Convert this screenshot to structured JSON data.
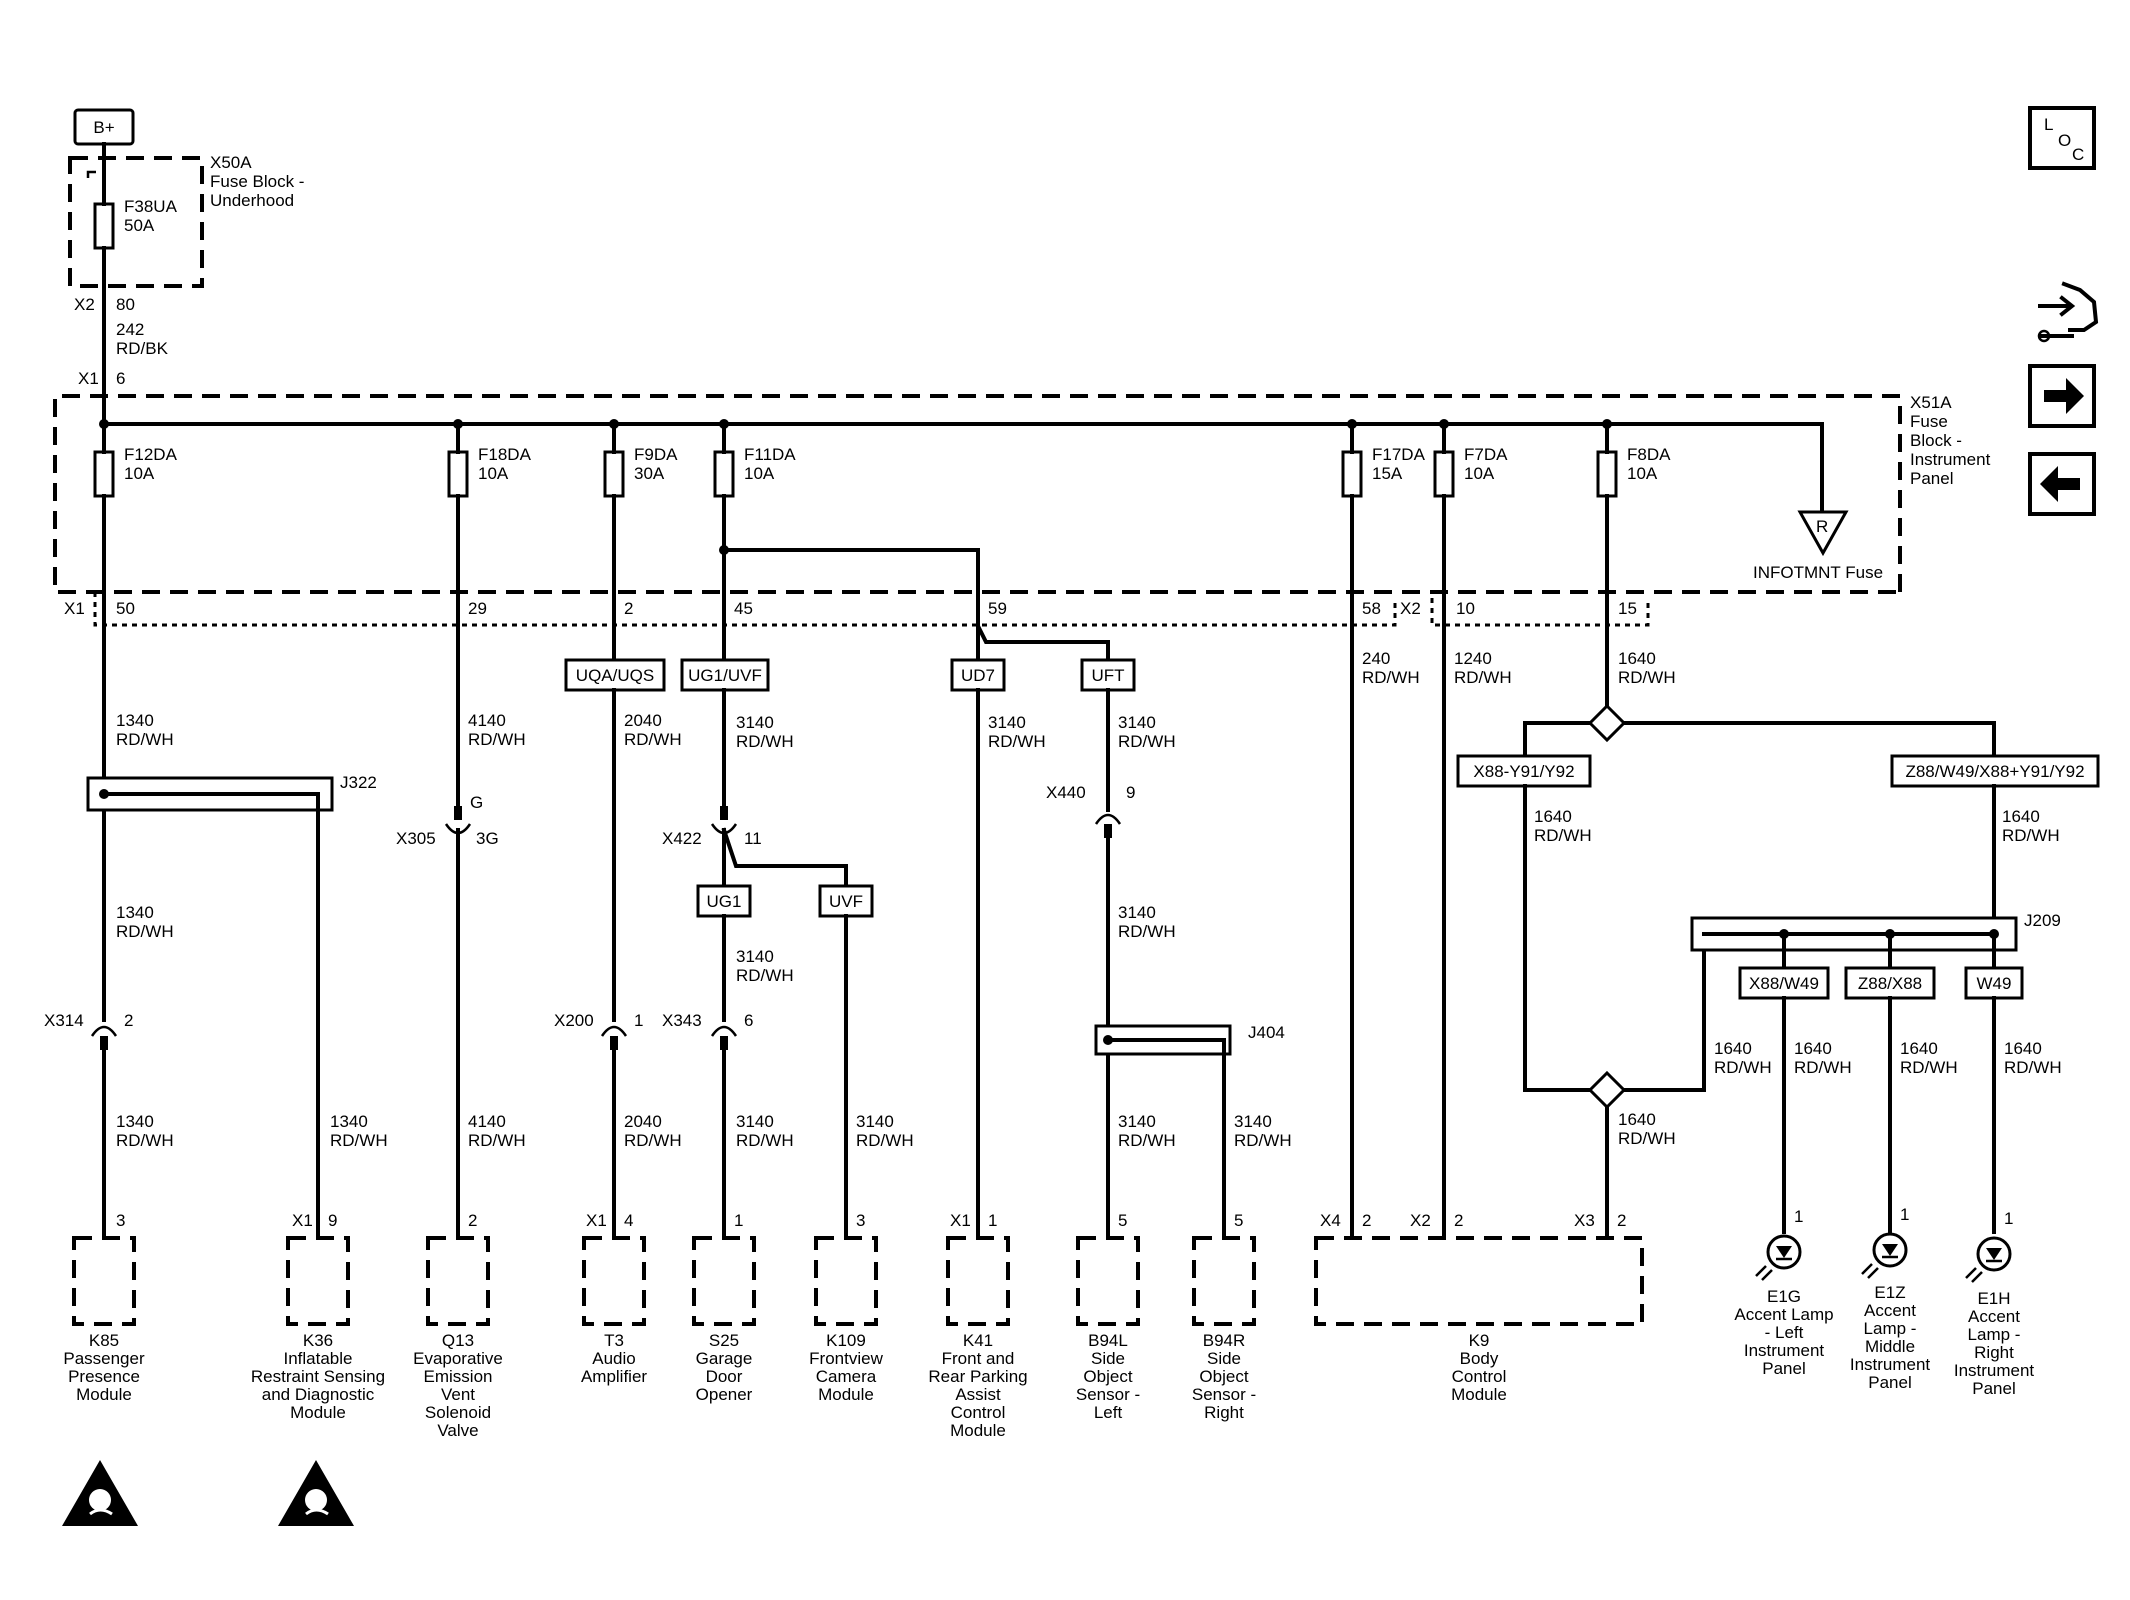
{
  "power": {
    "source": "B+"
  },
  "loc_icon": {
    "l": "L",
    "o": "O",
    "c": "C"
  },
  "fuse_block_underhood": {
    "id": "X50A",
    "name_l1": "Fuse Block -",
    "name_l2": "Underhood",
    "fuse": "F38UA",
    "rating": "50A",
    "conn": "X2",
    "pin": "80"
  },
  "main_feed": {
    "circuit": "242",
    "color": "RD/BK",
    "conn": "X1",
    "pin": "6"
  },
  "fuse_block_ip": {
    "id": "X51A",
    "name_l1": "Fuse",
    "name_l2": "Block -",
    "name_l3": "Instrument",
    "name_l4": "Panel",
    "infotmnt": "INFOTMNT Fuse",
    "r": "R",
    "x1": "X1",
    "x2": "X2",
    "fuses": [
      {
        "name": "F12DA",
        "rating": "10A",
        "pin": "50"
      },
      {
        "name": "F18DA",
        "rating": "10A",
        "pin": "29"
      },
      {
        "name": "F9DA",
        "rating": "30A",
        "pin": "2"
      },
      {
        "name": "F11DA",
        "rating": "10A",
        "pin": "45"
      },
      {
        "name": "F17DA",
        "rating": "15A",
        "pin": "58"
      },
      {
        "name": "F7DA",
        "rating": "10A",
        "pin": "10"
      },
      {
        "name": "F8DA",
        "rating": "10A",
        "pin": "15"
      }
    ],
    "pin_59": "59"
  },
  "options": {
    "uqa": "UQA/UQS",
    "ug1uvf": "UG1/UVF",
    "ud7": "UD7",
    "uft": "UFT",
    "ug1": "UG1",
    "uvf": "UVF",
    "x88y": "X88-Y91/Y92",
    "z88w": "Z88/W49/X88+Y91/Y92",
    "x88w49": "X88/W49",
    "z88x88": "Z88/X88",
    "w49": "W49"
  },
  "wires": {
    "w1340": "1340",
    "w4140": "4140",
    "w2040": "2040",
    "w3140": "3140",
    "w240": "240",
    "w1240": "1240",
    "w1640": "1640",
    "rdwh": "RD/WH"
  },
  "connectors": {
    "j322": "J322",
    "j404": "J404",
    "j209": "J209",
    "x305": "X305",
    "x305_g": "G",
    "x305_3g": "3G",
    "x422": "X422",
    "x422_pin": "11",
    "x440": "X440",
    "x440_pin": "9",
    "x314": "X314",
    "x314_pin": "2",
    "x200": "X200",
    "x200_pin": "1",
    "x343": "X343",
    "x343_pin": "6"
  },
  "components": [
    {
      "pin_conn": "",
      "pin": "3",
      "id": "K85",
      "l2": "Passenger",
      "l3": "Presence",
      "l4": "Module",
      "l5": ""
    },
    {
      "pin_conn": "X1",
      "pin": "9",
      "id": "K36",
      "l2": "Inflatable",
      "l3": "Restraint Sensing",
      "l4": "and Diagnostic",
      "l5": "Module"
    },
    {
      "pin_conn": "",
      "pin": "2",
      "id": "Q13",
      "l2": "Evaporative",
      "l3": "Emission",
      "l4": "Vent",
      "l5": "Solenoid",
      "l6": "Valve"
    },
    {
      "pin_conn": "X1",
      "pin": "4",
      "id": "T3",
      "l2": "Audio",
      "l3": "Amplifier",
      "l4": "",
      "l5": ""
    },
    {
      "pin_conn": "",
      "pin": "1",
      "id": "S25",
      "l2": "Garage",
      "l3": "Door",
      "l4": "Opener",
      "l5": ""
    },
    {
      "pin_conn": "",
      "pin": "3",
      "id": "K109",
      "l2": "Frontview",
      "l3": "Camera",
      "l4": "Module",
      "l5": ""
    },
    {
      "pin_conn": "X1",
      "pin": "1",
      "id": "K41",
      "l2": "Front and",
      "l3": "Rear Parking",
      "l4": "Assist",
      "l5": "Control",
      "l6": "Module"
    },
    {
      "pin_conn": "",
      "pin": "5",
      "id": "B94L",
      "l2": "Side",
      "l3": "Object",
      "l4": "Sensor -",
      "l5": "Left"
    },
    {
      "pin_conn": "",
      "pin": "5",
      "id": "B94R",
      "l2": "Side",
      "l3": "Object",
      "l4": "Sensor -",
      "l5": "Right"
    }
  ],
  "bcm": {
    "id": "K9",
    "l2": "Body",
    "l3": "Control",
    "l4": "Module",
    "x4": "X4",
    "x4_pin": "2",
    "x2": "X2",
    "x2_pin": "2",
    "x3": "X3",
    "x3_pin": "2"
  },
  "lamps": [
    {
      "pin": "1",
      "id": "E1G",
      "l2": "Accent Lamp",
      "l3": "- Left",
      "l4": "Instrument",
      "l5": "Panel"
    },
    {
      "pin": "1",
      "id": "E1Z",
      "l2": "Accent",
      "l3": "Lamp -",
      "l4": "Middle",
      "l5": "Instrument",
      "l6": "Panel"
    },
    {
      "pin": "1",
      "id": "E1H",
      "l2": "Accent",
      "l3": "Lamp -",
      "l4": "Right",
      "l5": "Instrument",
      "l6": "Panel"
    }
  ]
}
